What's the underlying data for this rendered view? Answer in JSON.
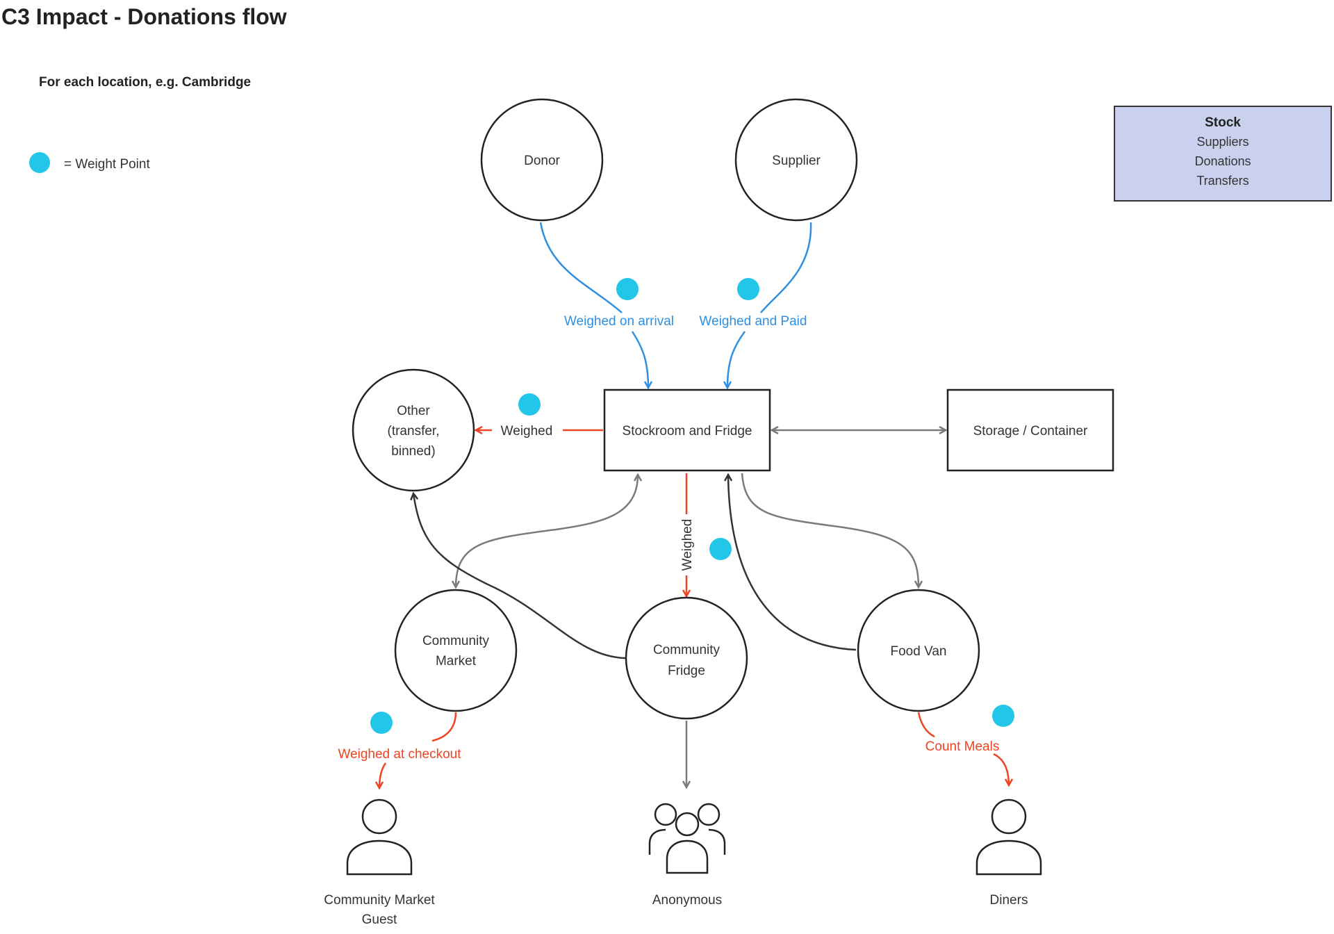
{
  "title": "C3 Impact - Donations flow",
  "subtitle": "For each location, e.g. Cambridge",
  "legend": {
    "label": "= Weight Point"
  },
  "colors": {
    "weight_point": "#22c6e8",
    "blue_flow": "#2f8fe0",
    "red_flow": "#ee4422",
    "gray_flow": "#7a7a7a",
    "dark_flow": "#333333",
    "stock_box_fill": "#c9d1ef"
  },
  "stock_box": {
    "title": "Stock",
    "items": [
      "Suppliers",
      "Donations",
      "Transfers"
    ]
  },
  "nodes": {
    "donor": "Donor",
    "supplier": "Supplier",
    "other": [
      "Other",
      "(transfer,",
      "binned)"
    ],
    "stockroom": "Stockroom and Fridge",
    "storage": "Storage / Container",
    "community_market": [
      "Community",
      "Market"
    ],
    "community_fridge": [
      "Community",
      "Fridge"
    ],
    "food_van": "Food Van"
  },
  "edge_labels": {
    "weighed_on_arrival": "Weighed on arrival",
    "weighed_and_paid": "Weighed and Paid",
    "weighed_other": "Weighed",
    "weighed_fridge": "Weighed",
    "weighed_at_checkout": "Weighed at checkout",
    "count_meals": "Count Meals"
  },
  "people": {
    "guest": [
      "Community Market",
      "Guest"
    ],
    "anonymous": "Anonymous",
    "diners": "Diners"
  }
}
